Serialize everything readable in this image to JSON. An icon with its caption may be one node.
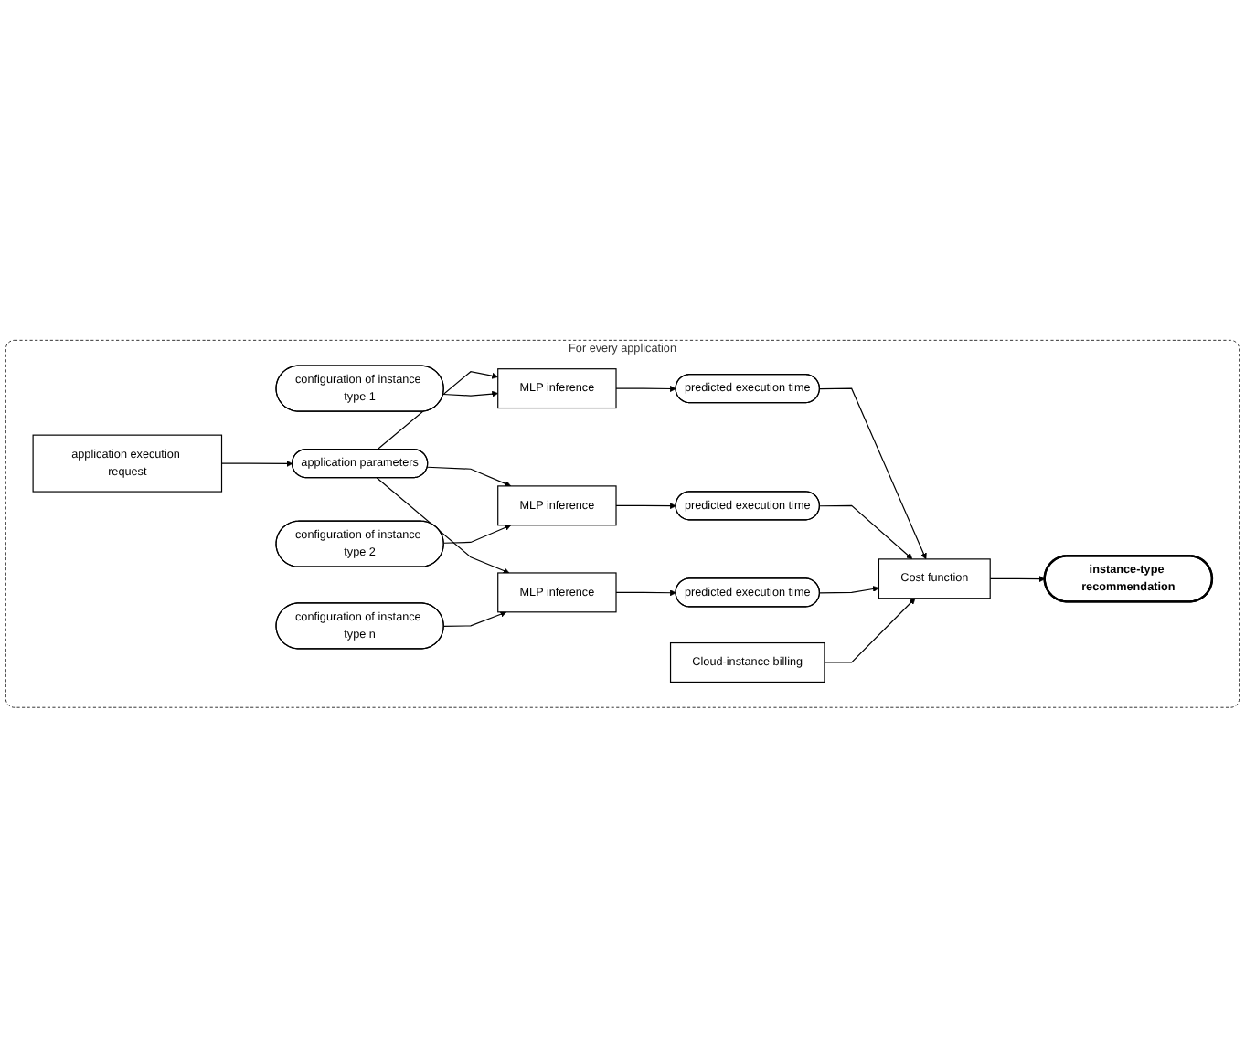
{
  "diagram": {
    "nodes": [
      {
        "text": [
          "For every application"
        ]
      },
      {
        "text": [
          "application execution request"
        ],
        "in": 0
      },
      {
        "text": [
          "application parameters"
        ],
        "in": 0
      },
      {
        "text": [
          "configuration of instance type 1"
        ],
        "in": 0
      },
      {
        "text": [
          "configuration of instance type 2"
        ],
        "in": 0
      },
      {
        "text": [
          "configuration of instance type n"
        ],
        "in": 0
      },
      {
        "text": [
          "MLP inference"
        ],
        "in": 0
      },
      {
        "text": [
          "MLP inference"
        ],
        "in": 0
      },
      {
        "text": [
          "MLP inference"
        ],
        "in": 0
      },
      {
        "text": [
          "predicted execution time"
        ],
        "in": 0
      },
      {
        "text": [
          "predicted execution time"
        ],
        "in": 0
      },
      {
        "text": [
          "predicted execution time"
        ],
        "in": 0
      },
      {
        "text": [
          "Cloud-instance billing"
        ],
        "in": 0
      },
      {
        "text": [
          "Cost function"
        ],
        "in": 0
      },
      {
        "text": [
          "instance-type recommendation"
        ],
        "in": 0
      }
    ],
    "edges": [
      {
        "from": 1,
        "to": 2,
        "arrow": "to"
      },
      {
        "from": 2,
        "to": 6,
        "arrow": "to"
      },
      {
        "from": 2,
        "to": 7,
        "arrow": "to"
      },
      {
        "from": 2,
        "to": 8,
        "arrow": "to"
      },
      {
        "from": 3,
        "to": 6,
        "arrow": "to"
      },
      {
        "from": 4,
        "to": 7,
        "arrow": "to"
      },
      {
        "from": 5,
        "to": 8,
        "arrow": "to"
      },
      {
        "from": 6,
        "to": 9,
        "arrow": "to"
      },
      {
        "from": 7,
        "to": 10,
        "arrow": "to"
      },
      {
        "from": 8,
        "to": 11,
        "arrow": "to"
      },
      {
        "from": 9,
        "to": 13,
        "arrow": "to"
      },
      {
        "from": 10,
        "to": 13,
        "arrow": "to"
      },
      {
        "from": 11,
        "to": 13,
        "arrow": "to"
      },
      {
        "from": 12,
        "to": 13,
        "arrow": "to"
      },
      {
        "from": 13,
        "to": 14,
        "arrow": "to"
      }
    ]
  }
}
